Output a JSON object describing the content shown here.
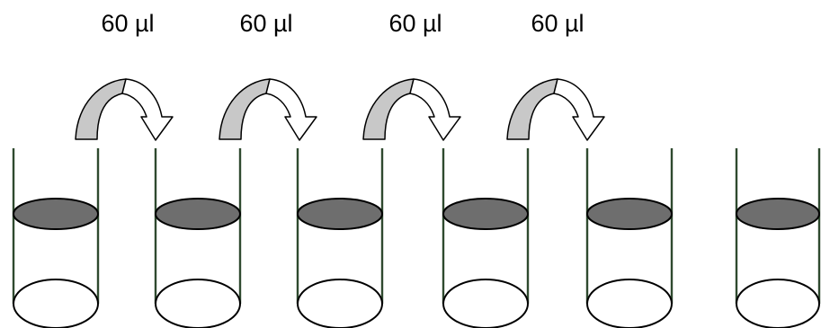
{
  "transfers": [
    {
      "volume_label": "60 µl"
    },
    {
      "volume_label": "60 µl"
    },
    {
      "volume_label": "60 µl"
    },
    {
      "volume_label": "60 µl"
    }
  ],
  "tube_count": 6,
  "colors": {
    "disc_fill": "#6e6e6e",
    "arrow_start_fill": "#c8c8c8",
    "arrow_end_fill": "#ffffff",
    "tube_wall": "#2f4a2f",
    "outline": "#000000"
  }
}
